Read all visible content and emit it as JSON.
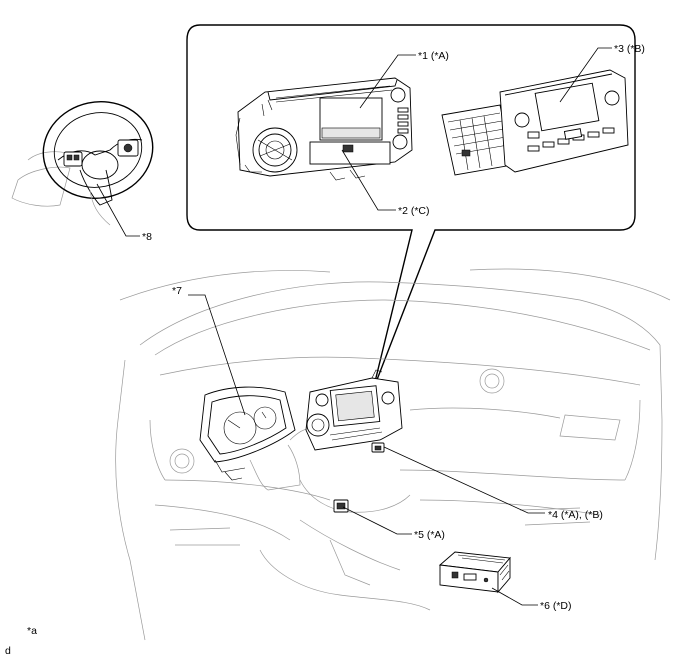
{
  "labels": {
    "l1": "*1 (*A)",
    "l2": "*2 (*C)",
    "l3": "*3 (*B)",
    "l4": "*4 (*A), (*B)",
    "l5": "*5 (*A)",
    "l6": "*6 (*D)",
    "l7": "*7",
    "l8": "*8",
    "la": "*a",
    "ld": "d"
  }
}
